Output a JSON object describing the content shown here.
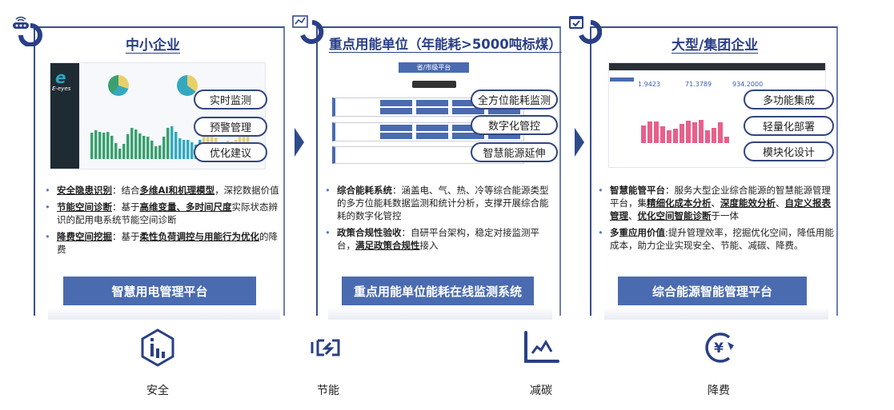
{
  "panels": [
    {
      "title": "中小企业",
      "pills": [
        "实时监测",
        "预警管理",
        "优化建议"
      ],
      "bullets": [
        {
          "head": "安全隐患识别",
          "sep": "：",
          "t1": "结合",
          "em1": "多维AI和机理模型",
          "t2": "，深挖数据价值"
        },
        {
          "head": "节能空间诊断",
          "sep": "：",
          "t1": "基于",
          "em1": "高维变量、多时间尺度",
          "t2": "实际状态辨识的配用电系统节能空间诊断"
        },
        {
          "head": "降费空间挖掘",
          "sep": "：",
          "t1": "基于",
          "em1": "柔性负荷调控与用能行为优化",
          "t2": "的降费"
        }
      ],
      "button": "智慧用电管理平台",
      "logo": "E-eyes"
    },
    {
      "title": "重点用能单位（年能耗>5000吨标煤）",
      "pills": [
        "全方位能耗监测",
        "数字化管控",
        "智慧能源延伸"
      ],
      "bullets": [
        {
          "head": "综合能耗系统",
          "sep": "：",
          "t1": "涵盖电、气、热、冷等综合能源类型的多方位能耗数据监测和统计分析，支撑开展综合能耗的数字化管控",
          "em1": "",
          "t2": ""
        },
        {
          "head": "政策合规性验收",
          "sep": "：",
          "t1": "自研平台架构，稳定对接监测平台，",
          "em1": "满足政策合规性",
          "t2": "接入"
        }
      ],
      "button": "重点用能单位能耗在线监测系统",
      "diagram_top": "省/市级平台"
    },
    {
      "title": "大型/集团企业",
      "pills": [
        "多功能集成",
        "轻量化部署",
        "模块化设计"
      ],
      "bullets": [
        {
          "head": "智慧能管平台",
          "sep": "：",
          "t1": "服务大型企业综合能源的智慧能源管理平台，集",
          "em1": "精细化成本分析",
          "t2": "、",
          "em2": "深度能效分析",
          "t3": "、",
          "em3": "自定义报表管理",
          "t4": "、",
          "em4": "优化空间智能诊断",
          "t5": "于一体"
        },
        {
          "head": "多重应用价值",
          "sep": ":",
          "t1": "提升管理效率，挖掘优化空间，降低用能成本，助力企业实现安全、节能、减碳、降费。",
          "em1": "",
          "t2": ""
        }
      ],
      "button": "综合能源智能管理平台",
      "kpis": [
        "1.9423",
        "71.3789",
        "934.2000"
      ]
    }
  ],
  "benefits": [
    {
      "label": "安全",
      "icon": "shield-chart-icon"
    },
    {
      "label": "节能",
      "icon": "energy-swap-icon"
    },
    {
      "label": "减碳",
      "icon": "line-chart-icon"
    },
    {
      "label": "降费",
      "icon": "yen-cycle-icon"
    }
  ],
  "colors": {
    "primary": "#2a3f86",
    "button": "#4a6bb0"
  }
}
